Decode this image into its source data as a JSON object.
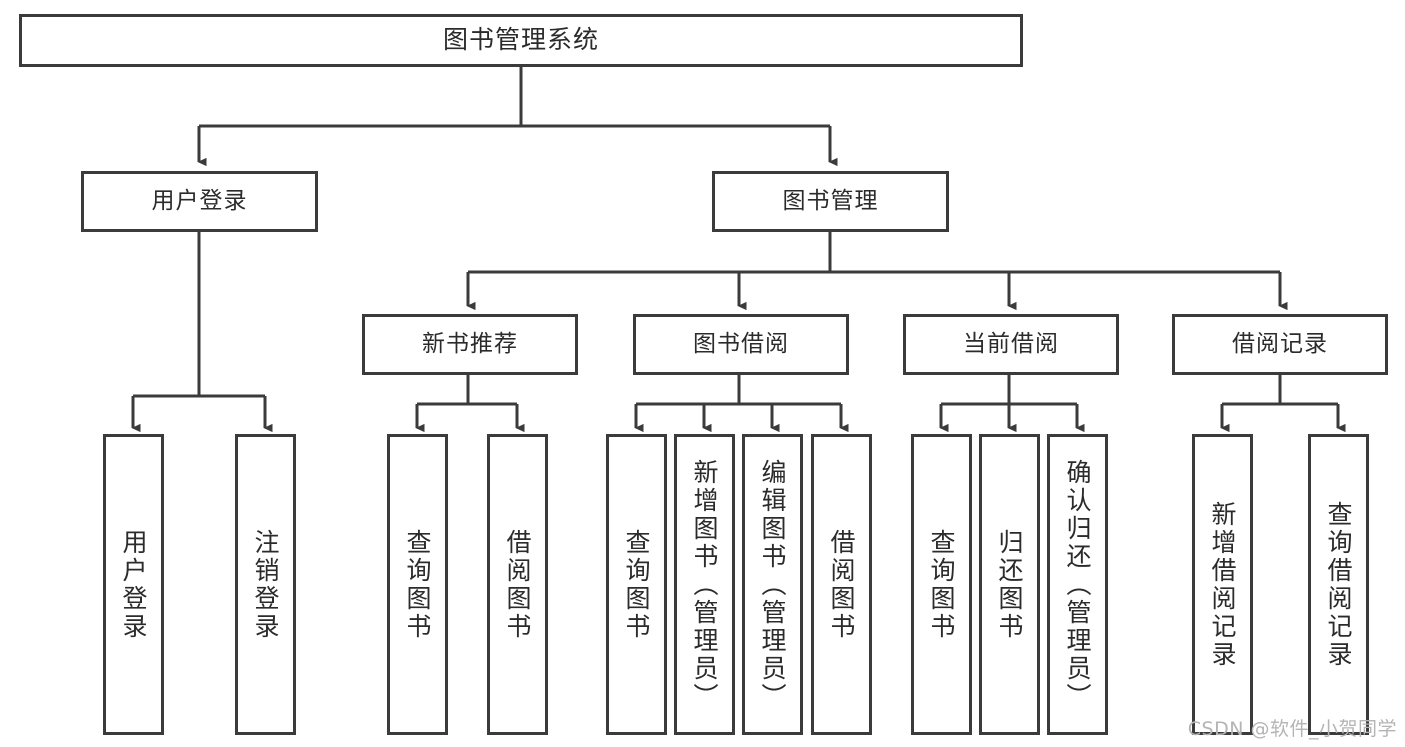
{
  "diagram": {
    "title": "图书管理系统",
    "type": "tree-hierarchy-diagram",
    "background_color": "#ffffff",
    "box_border_color": "#3b3b3b",
    "connector_color": "#3b3b3b",
    "text_color": "#2b2b2b"
  },
  "root": {
    "label": "图书管理系统"
  },
  "level2": [
    {
      "label": "用户登录"
    },
    {
      "label": "图书管理"
    }
  ],
  "level3": [
    {
      "label": "新书推荐"
    },
    {
      "label": "图书借阅"
    },
    {
      "label": "当前借阅"
    },
    {
      "label": "借阅记录"
    }
  ],
  "leaves": [
    {
      "label": "用户登录",
      "parent": "用户登录"
    },
    {
      "label": "注销登录",
      "parent": "用户登录"
    },
    {
      "label": "查询图书",
      "parent": "新书推荐"
    },
    {
      "label": "借阅图书",
      "parent": "新书推荐"
    },
    {
      "label": "查询图书",
      "parent": "图书借阅"
    },
    {
      "label": "新增图书（管理员）",
      "parent": "图书借阅"
    },
    {
      "label": "编辑图书（管理员）",
      "parent": "图书借阅"
    },
    {
      "label": "借阅图书",
      "parent": "图书借阅"
    },
    {
      "label": "查询图书",
      "parent": "当前借阅"
    },
    {
      "label": "归还图书",
      "parent": "当前借阅"
    },
    {
      "label": "确认归还（管理员）",
      "parent": "当前借阅"
    },
    {
      "label": "新增借阅记录",
      "parent": "借阅记录"
    },
    {
      "label": "查询借阅记录",
      "parent": "借阅记录"
    }
  ],
  "watermark": {
    "text": "CSDN @软件_小贺同学"
  }
}
